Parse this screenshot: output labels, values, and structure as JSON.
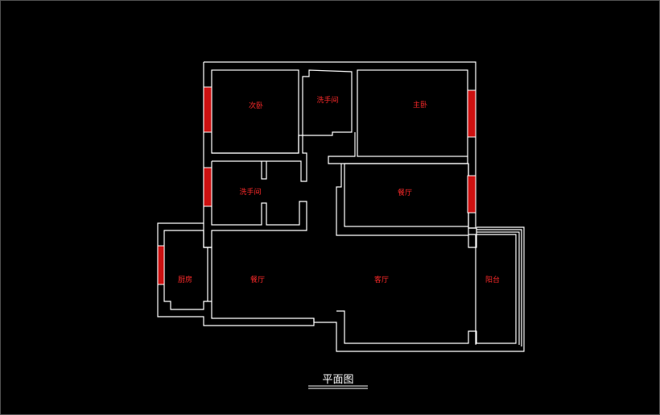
{
  "title": "平面图",
  "colors": {
    "background": "#000000",
    "wall": "#ffffff",
    "label": "#ff2a2a",
    "window": "#cc1111"
  },
  "rooms": [
    {
      "key": "bedroom2",
      "label": "次卧"
    },
    {
      "key": "bath1",
      "label": "洗手间"
    },
    {
      "key": "master",
      "label": "主卧"
    },
    {
      "key": "bath2",
      "label": "洗手间"
    },
    {
      "key": "room_right",
      "label": "餐厅"
    },
    {
      "key": "kitchen",
      "label": "厨房"
    },
    {
      "key": "dining",
      "label": "餐厅"
    },
    {
      "key": "living",
      "label": "客厅"
    },
    {
      "key": "balcony",
      "label": "阳台"
    }
  ]
}
